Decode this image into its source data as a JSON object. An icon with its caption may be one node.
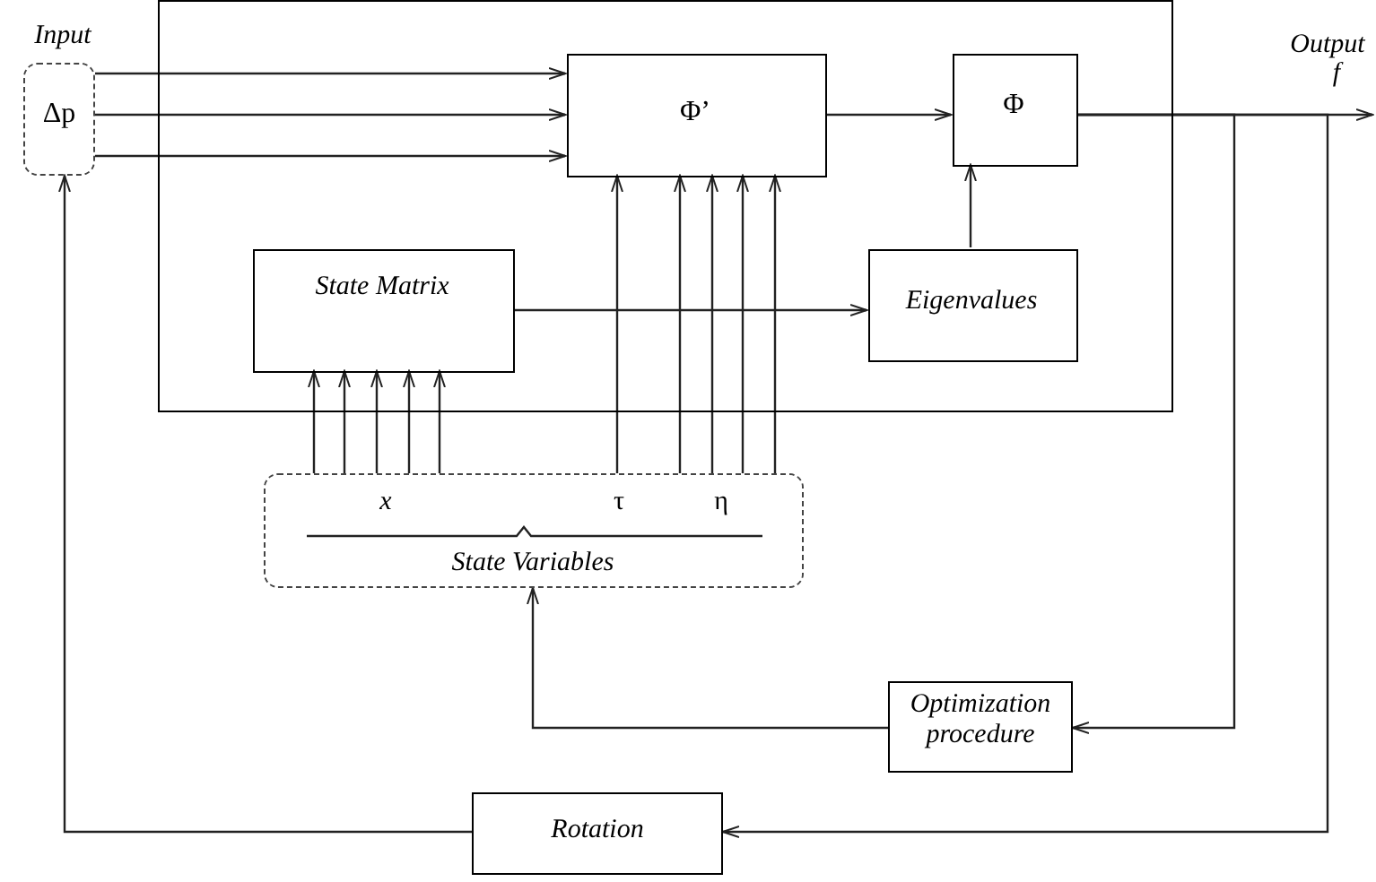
{
  "diagram": {
    "nodes": [
      {
        "text": [],
        "shape": "box"
      },
      {
        "text": [
          "Input",
          "Δp"
        ]
      },
      {
        "text": [
          "Φ’"
        ],
        "in": 0
      },
      {
        "text": [
          "Φ"
        ],
        "in": 0
      },
      {
        "text": [
          "State Matrix"
        ],
        "in": 0
      },
      {
        "text": [
          "Eigenvalues"
        ],
        "in": 0
      },
      {
        "text": [
          "x",
          "τ",
          "η",
          "State Variables"
        ]
      },
      {
        "text": [
          "Optimization procedure"
        ]
      },
      {
        "text": [
          "Rotation"
        ]
      }
    ],
    "edges": [
      {
        "from": 1,
        "to": 2,
        "arrow": "to"
      },
      {
        "from": 1,
        "to": 2,
        "arrow": "to"
      },
      {
        "from": 1,
        "to": 2,
        "arrow": "to"
      },
      {
        "from": 2,
        "to": 3,
        "arrow": "to"
      },
      {
        "from": 4,
        "to": 5,
        "arrow": "to"
      },
      {
        "from": 5,
        "to": 3,
        "arrow": "to"
      },
      {
        "from": 6,
        "to": 4,
        "arrow": "to"
      },
      {
        "from": 6,
        "to": 4,
        "arrow": "to"
      },
      {
        "from": 6,
        "to": 4,
        "arrow": "to"
      },
      {
        "from": 6,
        "to": 4,
        "arrow": "to"
      },
      {
        "from": 6,
        "to": 4,
        "arrow": "to"
      },
      {
        "from": 6,
        "to": 2,
        "arrow": "to"
      },
      {
        "from": 6,
        "to": 2,
        "arrow": "to"
      },
      {
        "from": 6,
        "to": 2,
        "arrow": "to"
      },
      {
        "from": 6,
        "to": 2,
        "arrow": "to"
      },
      {
        "from": 6,
        "to": 2,
        "arrow": "to"
      },
      {
        "from": 3,
        "to": null,
        "arrow": "to"
      },
      {
        "from": 3,
        "to": 7,
        "arrow": "to"
      },
      {
        "from": 3,
        "to": 8,
        "arrow": "to"
      },
      {
        "from": 7,
        "to": 6,
        "arrow": "to"
      },
      {
        "from": 8,
        "to": 1,
        "arrow": "to"
      }
    ],
    "labels": [
      "Output",
      "f"
    ]
  }
}
